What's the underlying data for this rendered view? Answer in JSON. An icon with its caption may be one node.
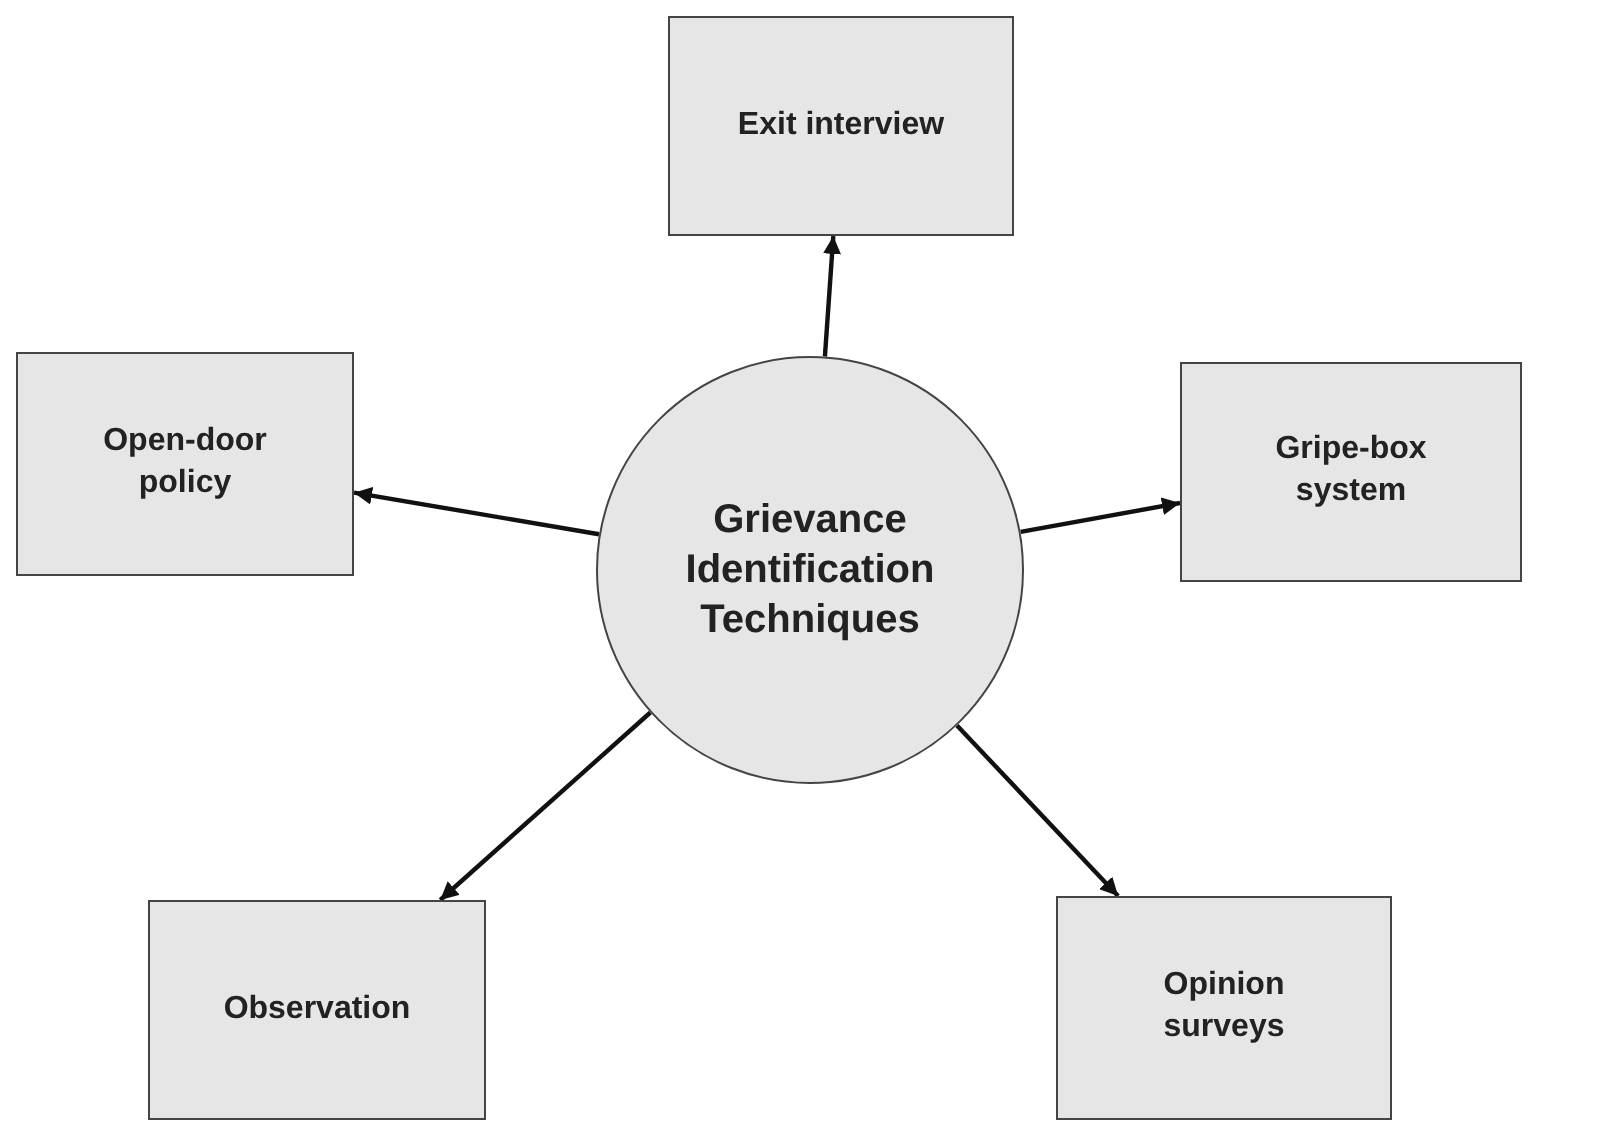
{
  "diagram": {
    "nodes": [
      {
        "text": [
          "Exit interview"
        ]
      },
      {
        "text": [
          "Open-door policy"
        ]
      },
      {
        "text": [
          "Gripe-box system"
        ]
      },
      {
        "text": [
          "Grievance Identification Techniques"
        ]
      },
      {
        "text": [
          "Observation"
        ]
      },
      {
        "text": [
          "Opinion surveys"
        ]
      }
    ],
    "edges": [
      {
        "from": 3,
        "to": 0,
        "arrow": "to"
      },
      {
        "from": 3,
        "to": 1,
        "arrow": "to"
      },
      {
        "from": 3,
        "to": 2,
        "arrow": "to"
      },
      {
        "from": 3,
        "to": 4,
        "arrow": "to"
      },
      {
        "from": 3,
        "to": 5,
        "arrow": "to"
      }
    ]
  }
}
